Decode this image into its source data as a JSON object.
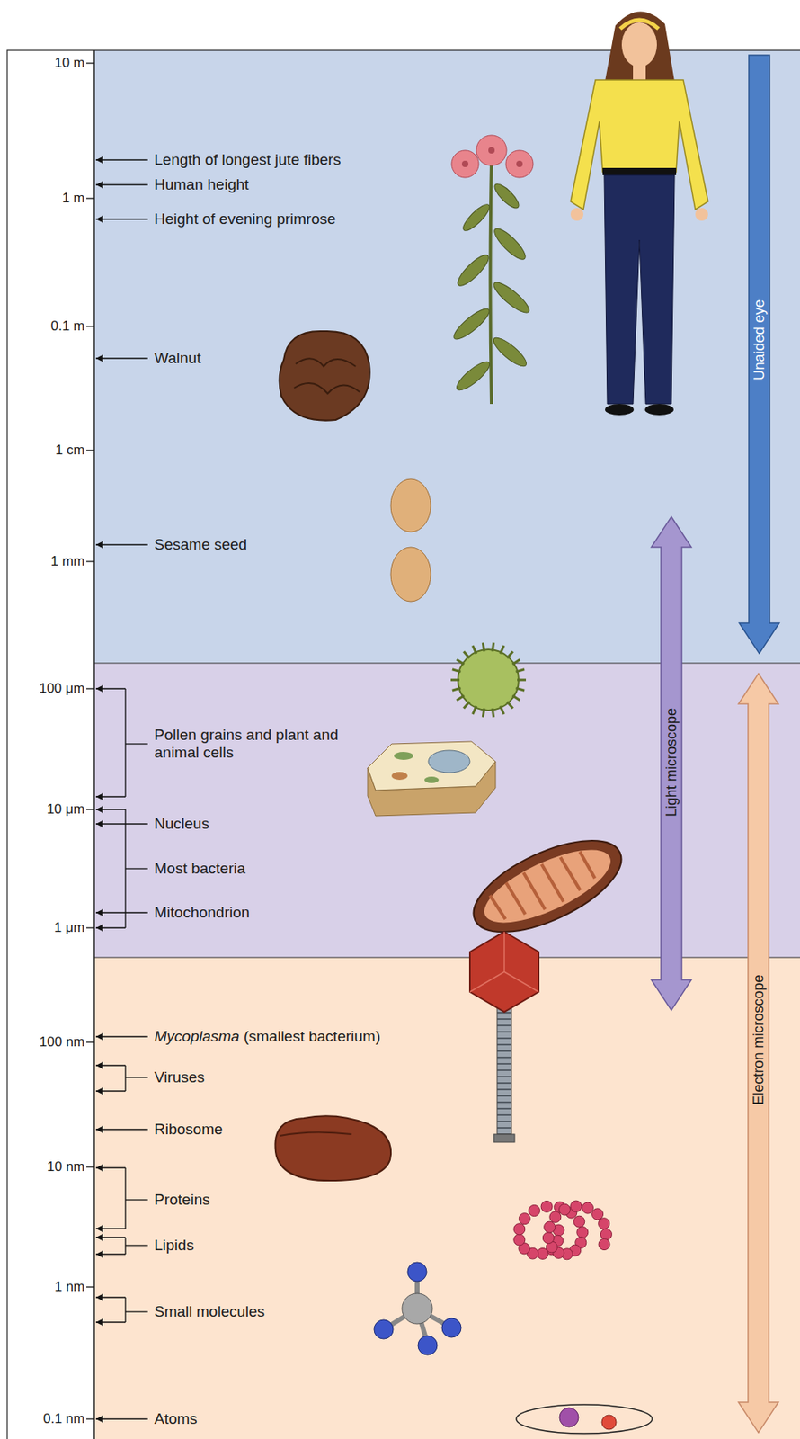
{
  "diagram": {
    "labels": [
      "10 m",
      "Length of longest jute fibers",
      "Human height",
      "1 m",
      "Height of evening primrose",
      "0.1 m",
      "Walnut",
      "1 cm",
      "Sesame seed",
      "1 mm",
      "100 μm",
      "Pollen grains and plant and animal cells",
      "10 μm",
      "Nucleus",
      "Most bacteria",
      "1 μm",
      "Mitochondrion",
      "Mycoplasma (smallest bacterium)",
      "100 nm",
      "Viruses",
      "Ribosome",
      "10 nm",
      "Proteins",
      "Lipids",
      "1 nm",
      "Small molecules",
      "0.1 nm",
      "Atoms",
      "Unaided eye",
      "Light microscope",
      "Electron microscope"
    ]
  }
}
